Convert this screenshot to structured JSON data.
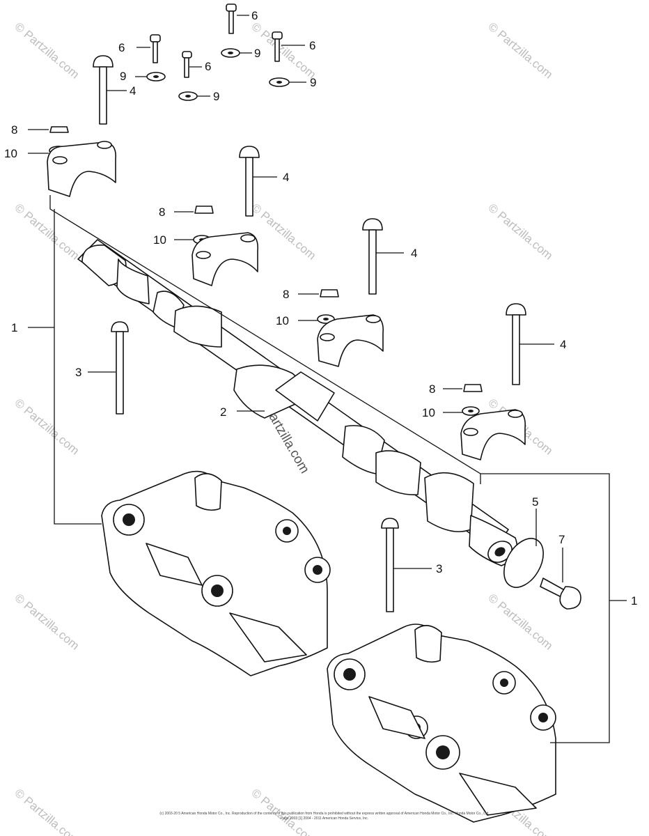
{
  "callouts": {
    "c6a": "6",
    "c6b": "6",
    "c6c": "6",
    "c6d": "6",
    "c9a": "9",
    "c9b": "9",
    "c9c": "9",
    "c9d": "9",
    "c4a": "4",
    "c4b": "4",
    "c4c": "4",
    "c4d": "4",
    "c8a": "8",
    "c8b": "8",
    "c8c": "8",
    "c8d": "8",
    "c10a": "10",
    "c10b": "10",
    "c10c": "10",
    "c10d": "10",
    "c1a": "1",
    "c1b": "1",
    "c2": "2",
    "c3a": "3",
    "c3b": "3",
    "c5": "5",
    "c7": "7"
  },
  "watermark": {
    "text": "© Partzilla.com",
    "center_text": "© Partzilla.com"
  },
  "copyright": {
    "line1": "(c) 2003-20 5 American Honda Motor Co., Inc. Reproduction of the contents of this publication from Honda is prohibited without the express written approval of American Honda Motor Co., Inc. Honda Motor Co., Ltd.",
    "line2": "Page 2003 [1] 2004 - 2011 American Honda Service, Inc."
  }
}
